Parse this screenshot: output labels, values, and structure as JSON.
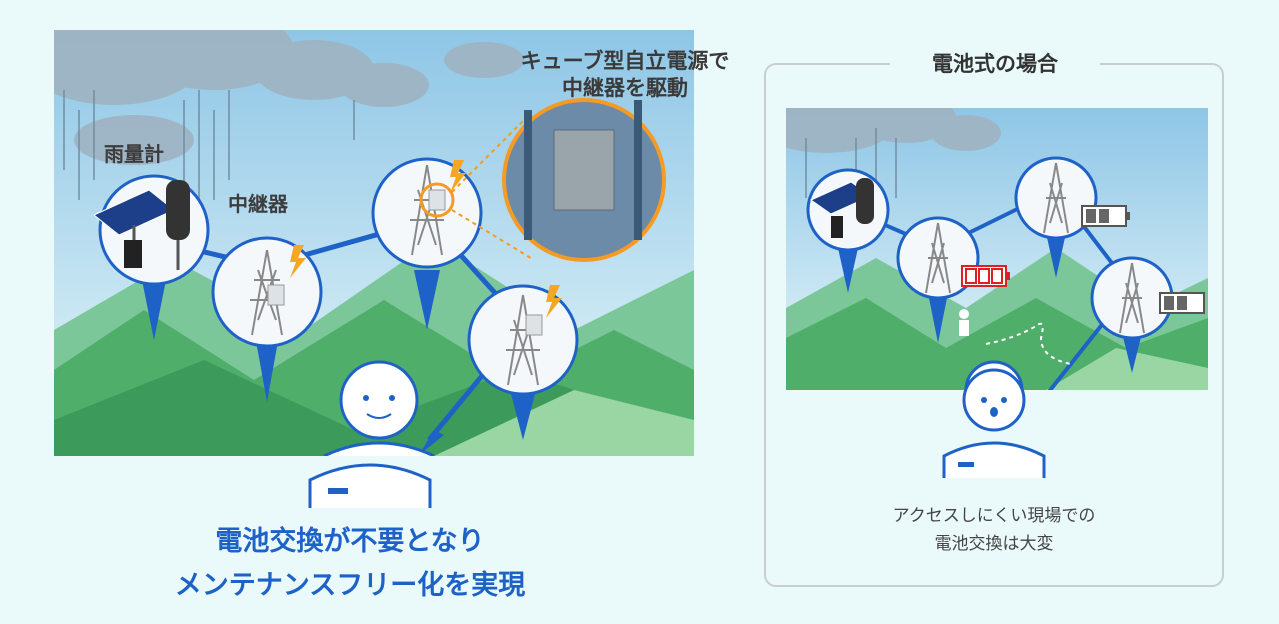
{
  "left": {
    "rain_gauge_label": "雨量計",
    "relay_label": "中継器",
    "cube_caption_line1": "キューブ型自立電源で",
    "cube_caption_line2": "中継器を駆動",
    "result_line1": "電池交換が不要となり",
    "result_line2": "メンテナンスフリー化を実現"
  },
  "right": {
    "title": "電池式の場合",
    "message_line1": "アクセスしにくい現場での",
    "message_line2": "電池交換は大変"
  },
  "colors": {
    "background": "#eafafb",
    "accent_blue": "#1e62c8",
    "lightning": "#f5a623",
    "battery_low": "#e02020",
    "mountain_green": "#4fae6a"
  }
}
